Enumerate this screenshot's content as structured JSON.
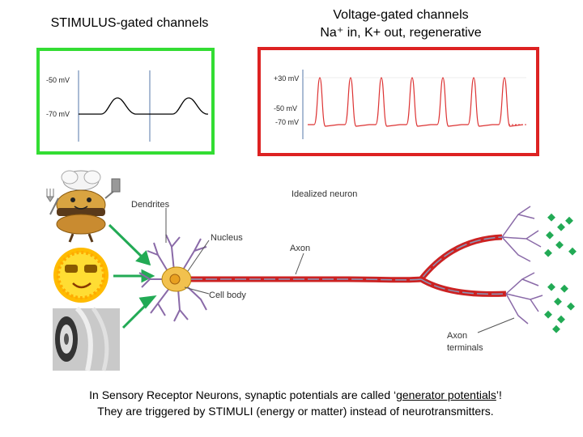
{
  "stimulus_panel": {
    "title": "STIMULUS-gated channels",
    "label_top": "-50 mV",
    "label_bottom": "-70 mV",
    "border_color": "#33dd33"
  },
  "voltage_panel": {
    "title_line1": "Voltage-gated channels",
    "title_line2": "Na⁺ in, K+ out, regenerative",
    "label_top": "+30 mV",
    "label_mid": "-50 mV",
    "label_bottom": "-70 mV",
    "border_color": "#dd2222",
    "spike_count": 7
  },
  "neuron": {
    "title": "Idealized neuron",
    "dendrites": "Dendrites",
    "nucleus": "Nucleus",
    "axon": "Axon",
    "cell_body": "Cell body",
    "axon_terminals_1": "Axon",
    "axon_terminals_2": "terminals"
  },
  "icons": [
    "chef-burger-icon",
    "sun-face-icon",
    "speaker-icon"
  ],
  "caption": {
    "line1_part1": "In Sensory Receptor Neurons, synaptic potentials are called ‘",
    "line1_underlined": "generator potentials",
    "line1_part2": "’!",
    "line2": "They are triggered by STIMULI (energy or matter) instead of neurotransmitters."
  },
  "colors": {
    "arrow": "#22aa55",
    "axon": "#cc2222",
    "neurotransmitter": "#22aa55"
  }
}
